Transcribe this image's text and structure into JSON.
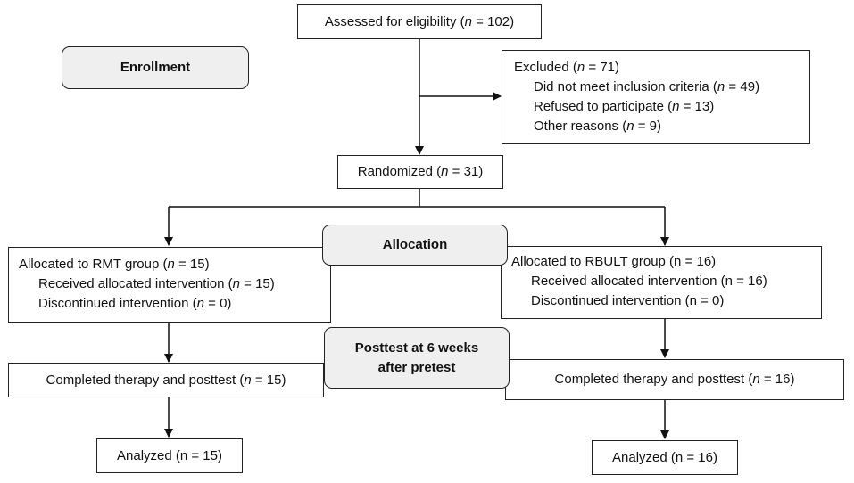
{
  "assessed": {
    "text": "Assessed for eligibility (",
    "n": "102"
  },
  "enrollment": "Enrollment",
  "excluded": {
    "title": {
      "text": "Excluded (",
      "n": "71"
    },
    "items": [
      {
        "text": "Did not meet inclusion criteria (",
        "n": "49"
      },
      {
        "text": "Refused to participate (",
        "n": "13"
      },
      {
        "text": "Other reasons (",
        "n": "9"
      }
    ]
  },
  "randomized": {
    "text": "Randomized (",
    "n": "31"
  },
  "allocation": "Allocation",
  "rmt": {
    "title": {
      "text": "Allocated to RMT group (",
      "n": "15"
    },
    "received": {
      "text": "Received allocated intervention (",
      "n": "15"
    },
    "discontinued": {
      "text": "Discontinued intervention (",
      "n": "0"
    }
  },
  "rbult": {
    "title": "Allocated to RBULT group (n = 16)",
    "received": "Received allocated intervention (n = 16)",
    "discontinued": "Discontinued intervention (n = 0)"
  },
  "posttest": {
    "line1": "Posttest at 6 weeks",
    "line2": "after pretest"
  },
  "completed_left": {
    "text": "Completed therapy and posttest (",
    "n": "15"
  },
  "completed_right": {
    "text": "Completed therapy and posttest (",
    "n": "16"
  },
  "analyzed_left": "Analyzed (n = 15)",
  "analyzed_right": "Analyzed (n = 16)"
}
